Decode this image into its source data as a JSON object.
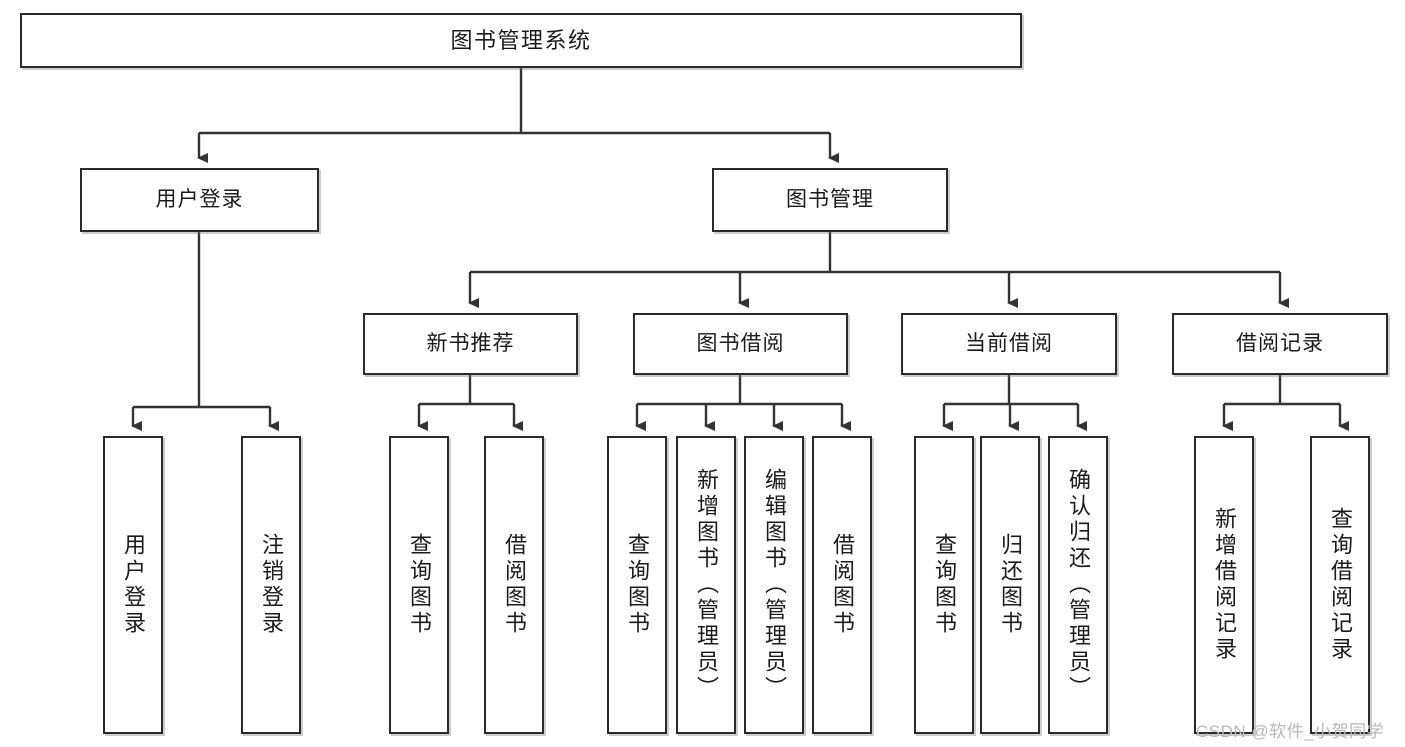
{
  "diagram": {
    "title": "图书管理系统",
    "type": "tree",
    "root": {
      "label": "图书管理系统",
      "orientation": "horizontal"
    },
    "level2": [
      {
        "label": "用户登录",
        "orientation": "horizontal"
      },
      {
        "label": "图书管理",
        "orientation": "horizontal"
      }
    ],
    "level3": [
      {
        "label": "新书推荐",
        "orientation": "horizontal",
        "parent": "图书管理"
      },
      {
        "label": "图书借阅",
        "orientation": "horizontal",
        "parent": "图书管理"
      },
      {
        "label": "当前借阅",
        "orientation": "horizontal",
        "parent": "图书管理"
      },
      {
        "label": "借阅记录",
        "orientation": "horizontal",
        "parent": "图书管理"
      }
    ],
    "leaves": {
      "user_login": [
        {
          "label": "用户登录",
          "orientation": "vertical"
        },
        {
          "label": "注销登录",
          "orientation": "vertical"
        }
      ],
      "new_book_recommend": [
        {
          "label": "查询图书",
          "orientation": "vertical"
        },
        {
          "label": "借阅图书",
          "orientation": "vertical"
        }
      ],
      "book_borrow": [
        {
          "label": "查询图书",
          "orientation": "vertical"
        },
        {
          "label": "新增图书（管理员）",
          "orientation": "vertical"
        },
        {
          "label": "编辑图书（管理员）",
          "orientation": "vertical"
        },
        {
          "label": "借阅图书",
          "orientation": "vertical"
        }
      ],
      "current_borrow": [
        {
          "label": "查询图书",
          "orientation": "vertical"
        },
        {
          "label": "归还图书",
          "orientation": "vertical"
        },
        {
          "label": "确认归还（管理员）",
          "orientation": "vertical"
        }
      ],
      "borrow_record": [
        {
          "label": "新增借阅记录",
          "orientation": "vertical"
        },
        {
          "label": "查询借阅记录",
          "orientation": "vertical"
        }
      ]
    }
  },
  "watermark": {
    "text": "CSDN @软件_小贺同学"
  },
  "colors": {
    "box_border": "#2b2b2b",
    "box_fill": "#ffffff",
    "connector": "#333333",
    "text": "#1b1b1b",
    "watermark": "#b9b9b9",
    "background": "#ffffff"
  }
}
